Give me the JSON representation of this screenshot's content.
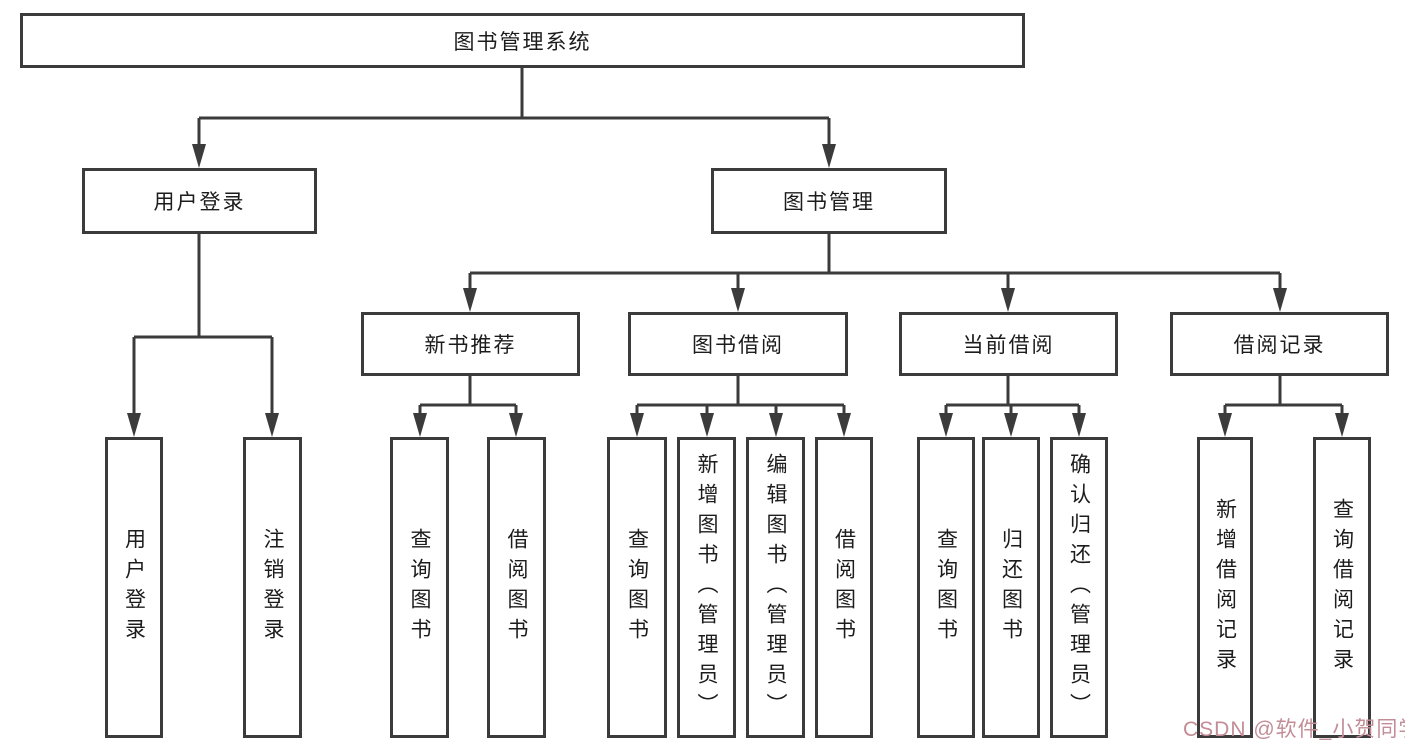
{
  "diagram": {
    "root": {
      "label": "图书管理系统"
    },
    "branches": [
      {
        "label": "用户登录",
        "children": [
          {
            "label": "用户登录"
          },
          {
            "label": "注销登录"
          }
        ]
      },
      {
        "label": "图书管理",
        "modules": [
          {
            "label": "新书推荐",
            "children": [
              {
                "label": "查询图书"
              },
              {
                "label": "借阅图书"
              }
            ]
          },
          {
            "label": "图书借阅",
            "children": [
              {
                "label": "查询图书"
              },
              {
                "label": "新增图书（管理员）"
              },
              {
                "label": "编辑图书（管理员）"
              },
              {
                "label": "借阅图书"
              }
            ]
          },
          {
            "label": "当前借阅",
            "children": [
              {
                "label": "查询图书"
              },
              {
                "label": "归还图书"
              },
              {
                "label": "确认归还（管理员）"
              }
            ]
          },
          {
            "label": "借阅记录",
            "children": [
              {
                "label": "新增借阅记录"
              },
              {
                "label": "查询借阅记录"
              }
            ]
          }
        ]
      }
    ]
  },
  "watermark": {
    "text": "CSDN @软件_小贺同学"
  },
  "colors": {
    "line": "#3b3b3b",
    "text": "#1c1c1c",
    "watermark": "#c38c96",
    "background": "#ffffff"
  }
}
